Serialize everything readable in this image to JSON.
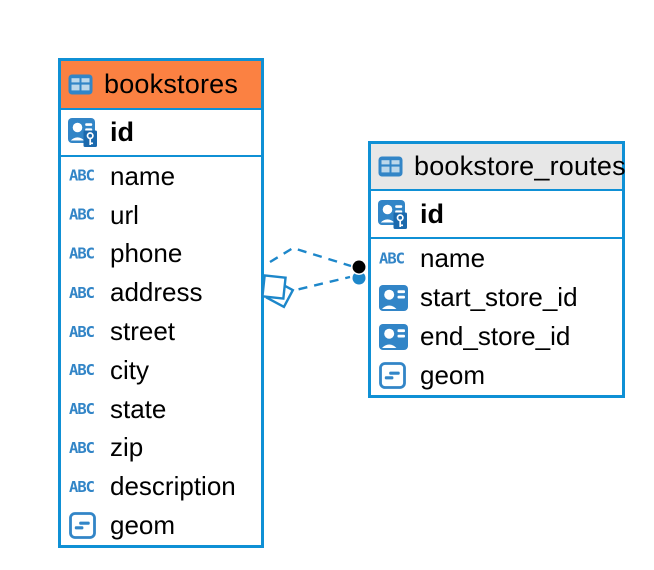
{
  "diagram": {
    "type": "entity-relationship",
    "background": "#ffffff"
  },
  "colors": {
    "table_border": "#0f90d5",
    "header_orange": "#fb8142",
    "header_gray": "#e7e7e7",
    "icon_blue": "#3285c7",
    "icon_cell_light": "#bcd7ea",
    "key_badge_blue": "#1b69ad",
    "relationship_blue": "#1d87ca",
    "text_black": "#000000",
    "background": "#ffffff"
  },
  "icons": {
    "text_glyph": "ABC",
    "table_icon": "table-icon",
    "primary_key_icon": "person-card-key-icon",
    "reference_icon": "person-card-icon",
    "geometry_icon": "box-dashes-icon"
  },
  "tables": [
    {
      "name": "bookstores",
      "header_style": "orange",
      "primary_key": {
        "label": "id",
        "icon": "primary-key-icon"
      },
      "columns": [
        {
          "label": "name",
          "icon": "text-icon"
        },
        {
          "label": "url",
          "icon": "text-icon"
        },
        {
          "label": "phone",
          "icon": "text-icon"
        },
        {
          "label": "address",
          "icon": "text-icon"
        },
        {
          "label": "street",
          "icon": "text-icon"
        },
        {
          "label": "city",
          "icon": "text-icon"
        },
        {
          "label": "state",
          "icon": "text-icon"
        },
        {
          "label": "zip",
          "icon": "text-icon"
        },
        {
          "label": "description",
          "icon": "text-icon"
        },
        {
          "label": "geom",
          "icon": "geometry-icon"
        }
      ]
    },
    {
      "name": "bookstore_routes",
      "header_style": "gray",
      "primary_key": {
        "label": "id",
        "icon": "primary-key-icon"
      },
      "columns": [
        {
          "label": "name",
          "icon": "text-icon"
        },
        {
          "label": "start_store_id",
          "icon": "reference-icon"
        },
        {
          "label": "end_store_id",
          "icon": "reference-icon"
        },
        {
          "label": "geom",
          "icon": "geometry-icon"
        }
      ]
    }
  ],
  "relationships": [
    {
      "from_table": "bookstore_routes",
      "to_table": "bookstores",
      "line_style": "dashed",
      "source_marker": "overlapping-squares",
      "target_marker": "black-dot"
    },
    {
      "from_table": "bookstore_routes",
      "to_table": "bookstores",
      "line_style": "dashed",
      "source_marker": "overlapping-squares",
      "target_marker": "blue-dot"
    }
  ]
}
